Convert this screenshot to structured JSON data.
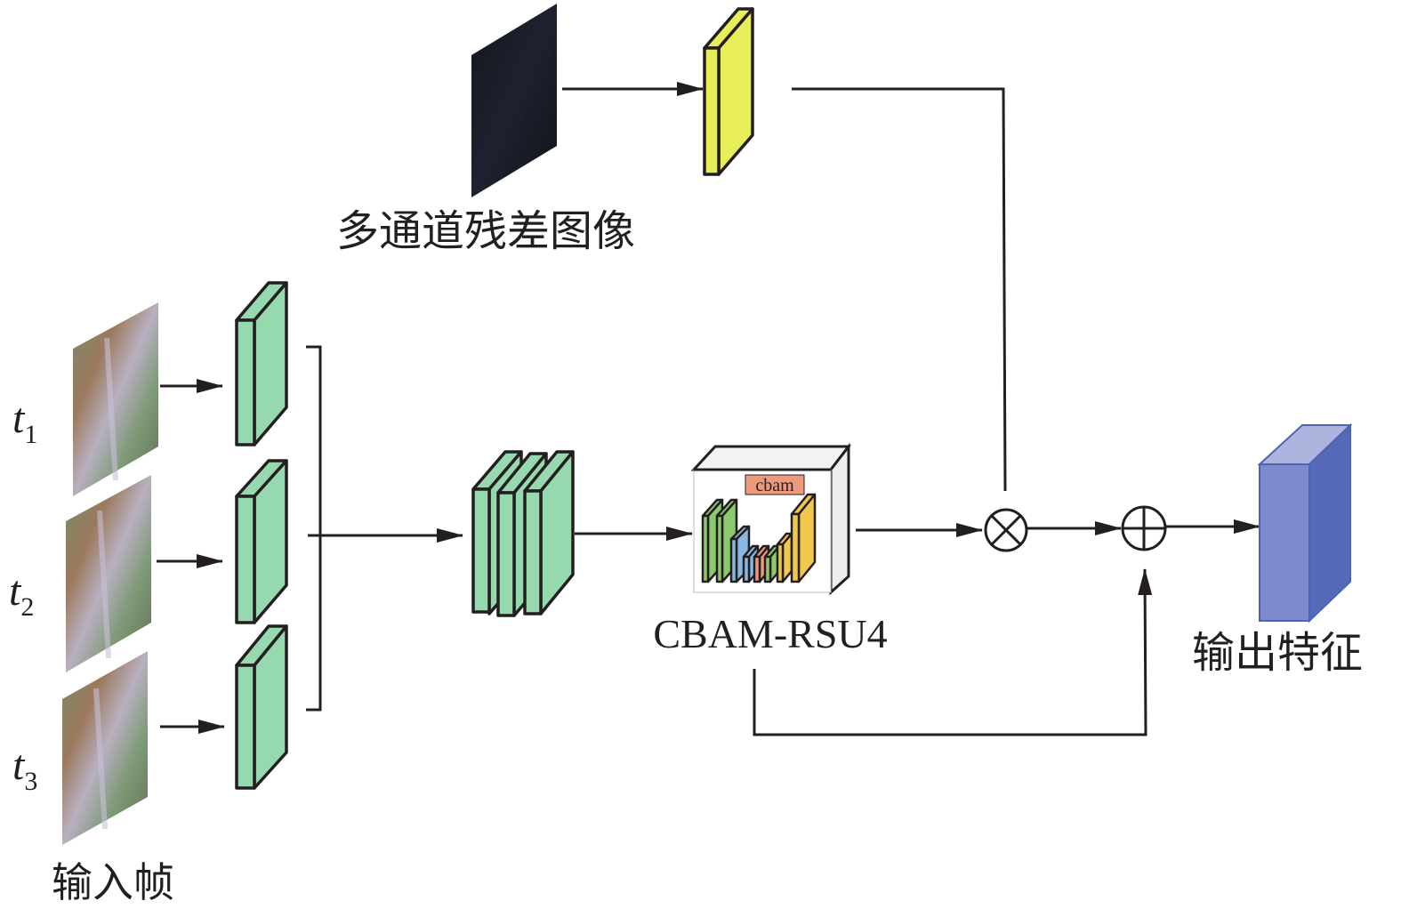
{
  "diagram": {
    "input_frames": {
      "caption": "输入帧",
      "frames": [
        {
          "var": "t",
          "sub": "1"
        },
        {
          "var": "t",
          "sub": "2"
        },
        {
          "var": "t",
          "sub": "3"
        }
      ]
    },
    "residual": {
      "caption": "多通道残差图像"
    },
    "module": {
      "caption": "CBAM-RSU4",
      "inner_tag": "cbam"
    },
    "output": {
      "caption": "输出特征"
    },
    "operators": {
      "multiply": "⊗",
      "add": "⊕"
    },
    "colors": {
      "feature_green": "#97d9ae",
      "residual_yellow": "#e8ee5a",
      "output_blue_front": "#7f8acc",
      "output_blue_side": "#5569b8",
      "output_blue_top": "#adb5de",
      "cbam_tag": "#ee9a7c",
      "rsu_green": "#8cc86e",
      "rsu_blue": "#8ab8e0",
      "rsu_orange": "#ee9a7c",
      "rsu_yellow": "#f2c84c"
    }
  }
}
